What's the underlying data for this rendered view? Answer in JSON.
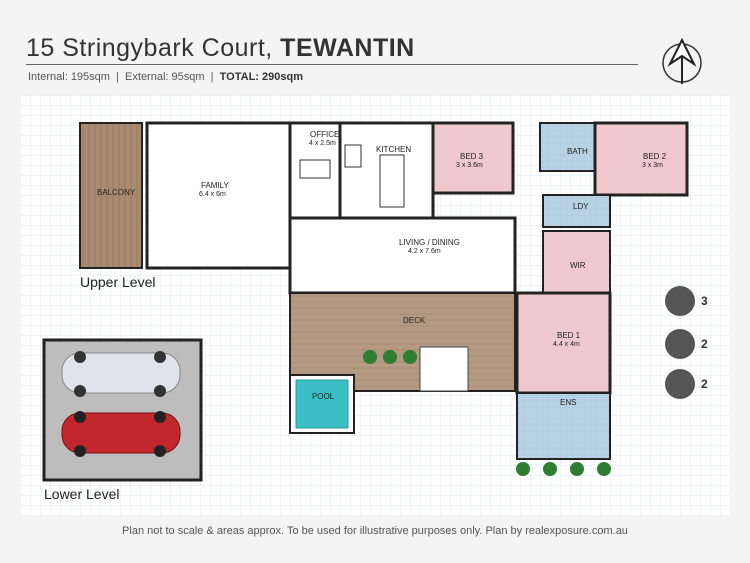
{
  "header": {
    "title_address": "15 Stringybark Court,",
    "title_suburb": "TEWANTIN",
    "internal_label": "Internal:",
    "internal_value": "195sqm",
    "external_label": "External:",
    "external_value": "95sqm",
    "total_label": "TOTAL:",
    "total_value": "290sqm"
  },
  "levels": {
    "upper": "Upper Level",
    "lower": "Lower Level"
  },
  "rooms": {
    "balcony": "BALCONY",
    "family_name": "FAMILY",
    "family_size": "6.4 x 6m",
    "office_name": "OFFICE",
    "office_size": "4 x 2.5m",
    "kitchen": "KITCHEN",
    "bed3_name": "BED 3",
    "bed3_size": "3 x 3.6m",
    "bath": "BATH",
    "bed2_name": "BED 2",
    "bed2_size": "3 x 3m",
    "ldy": "LDY",
    "living_name": "LIVING / DINING",
    "living_size": "4.2 x 7.6m",
    "wir": "WIR",
    "deck": "DECK",
    "bed1_name": "BED 1",
    "bed1_size": "4.4 x 4m",
    "pool": "POOL",
    "ens": "ENS"
  },
  "legend": {
    "bedrooms": "3",
    "bathrooms": "2",
    "carspaces": "2"
  },
  "footer": {
    "disclaimer": "Plan not to scale & areas approx. To be used for illustrative purposes only. Plan by realexposure.com.au"
  },
  "colors": {
    "grid_blue": "#cfe3ef",
    "bedroom_pink": "#f0c9cf",
    "wet_blue": "#b8d3e6",
    "deck_wood": "#b49a82",
    "balcony_wood": "#a88a70",
    "pool_water": "#3bbfc6",
    "garage_grey": "#bdbdbd",
    "wall": "#222222"
  }
}
